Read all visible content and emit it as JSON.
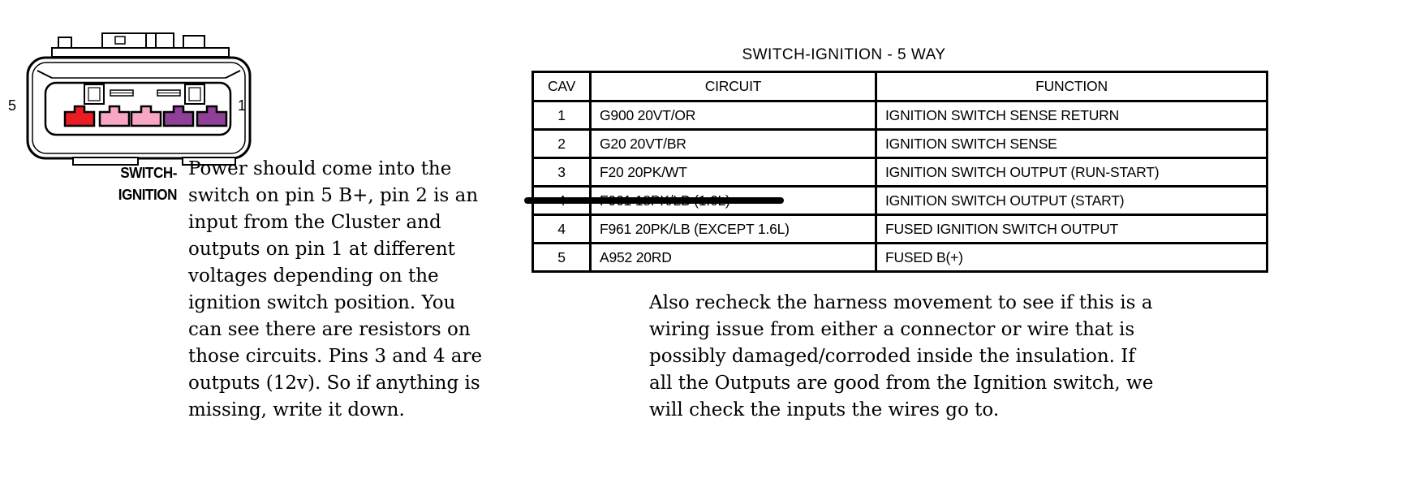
{
  "connector": {
    "pin_left_label": "5",
    "pin_right_label": "1",
    "pin_colors": [
      "#EC1C24",
      "#F7A6C6",
      "#F7A6C6",
      "#8F3F97",
      "#8F3F97"
    ],
    "caption_line1": "SWITCH-",
    "caption_line2": "IGNITION"
  },
  "left_note": {
    "text": "Power should come into the\nswitch on pin 5 B+, pin 2 is an\ninput from the Cluster and\noutputs on pin 1 at different\nvoltages depending on the\nignition switch position. You\ncan see there are resistors on\nthose circuits. Pins 3 and 4 are\noutputs (12v). So if anything is\nmissing, write it down."
  },
  "table": {
    "title": "SWITCH-IGNITION - 5 WAY",
    "headers": [
      "CAV",
      "CIRCUIT",
      "FUNCTION"
    ],
    "rows": [
      {
        "cav": "1",
        "circuit": "G900 20VT/OR",
        "function": "IGNITION SWITCH SENSE RETURN",
        "struck": false
      },
      {
        "cav": "2",
        "circuit": "G20 20VT/BR",
        "function": "IGNITION SWITCH SENSE",
        "struck": false
      },
      {
        "cav": "3",
        "circuit": "F20 20PK/WT",
        "function": "IGNITION SWITCH OUTPUT (RUN-START)",
        "struck": false
      },
      {
        "cav": "4",
        "circuit": "F961 18PK/LB (1.6L)",
        "function": "IGNITION SWITCH OUTPUT (START)",
        "struck": true
      },
      {
        "cav": "4",
        "circuit": "F961 20PK/LB (EXCEPT 1.6L)",
        "function": "FUSED IGNITION SWITCH OUTPUT",
        "struck": false
      },
      {
        "cav": "5",
        "circuit": "A952 20RD",
        "function": "FUSED B(+)",
        "struck": false
      }
    ]
  },
  "bottom_note": {
    "text": "Also recheck the harness movement to see if this is a\nwiring issue from either a connector or wire that is\npossibly damaged/corroded inside the insulation. If\nall the Outputs are good from the Ignition switch, we\nwill check the inputs the wires go to."
  }
}
